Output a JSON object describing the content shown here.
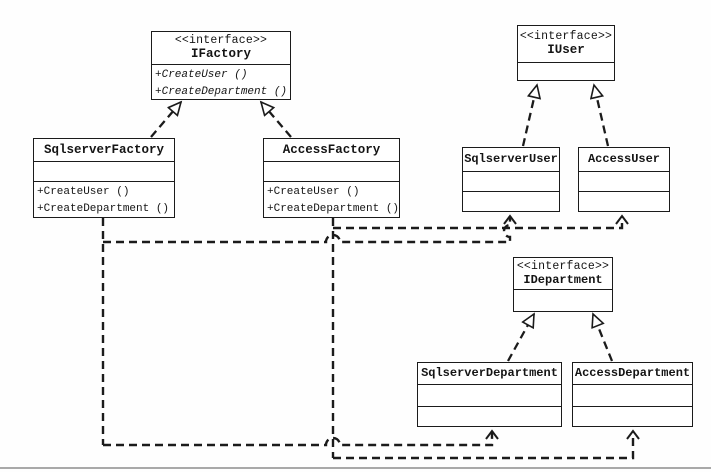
{
  "colors": {
    "line": "#1b1b1b",
    "background": "#fefefe",
    "page_edge": "#a9a9a9"
  },
  "classes": {
    "ifactory": {
      "stereotype": "<<interface>>",
      "name": "IFactory",
      "methods": [
        "+CreateUser ()",
        "+CreateDepartment ()"
      ]
    },
    "sqlserver_factory": {
      "name": "SqlserverFactory",
      "methods": [
        "+CreateUser ()",
        "+CreateDepartment ()"
      ]
    },
    "access_factory": {
      "name": "AccessFactory",
      "methods": [
        "+CreateUser ()",
        "+CreateDepartment ()"
      ]
    },
    "iuser": {
      "stereotype": "<<interface>>",
      "name": "IUser"
    },
    "sqlserver_user": {
      "name": "SqlserverUser"
    },
    "access_user": {
      "name": "AccessUser"
    },
    "idepartment": {
      "stereotype": "<<interface>>",
      "name": "IDepartment"
    },
    "sqlserver_department": {
      "name": "SqlserverDepartment"
    },
    "access_department": {
      "name": "AccessDepartment"
    }
  },
  "relationships": {
    "realizations": [
      {
        "from": "SqlserverFactory",
        "to": "IFactory"
      },
      {
        "from": "AccessFactory",
        "to": "IFactory"
      },
      {
        "from": "SqlserverUser",
        "to": "IUser"
      },
      {
        "from": "AccessUser",
        "to": "IUser"
      },
      {
        "from": "SqlserverDepartment",
        "to": "IDepartment"
      },
      {
        "from": "AccessDepartment",
        "to": "IDepartment"
      }
    ],
    "dependencies": [
      {
        "from": "SqlserverFactory",
        "to": "SqlserverUser"
      },
      {
        "from": "SqlserverFactory",
        "to": "SqlserverDepartment"
      },
      {
        "from": "AccessFactory",
        "to": "AccessUser"
      },
      {
        "from": "AccessFactory",
        "to": "AccessDepartment"
      }
    ]
  }
}
